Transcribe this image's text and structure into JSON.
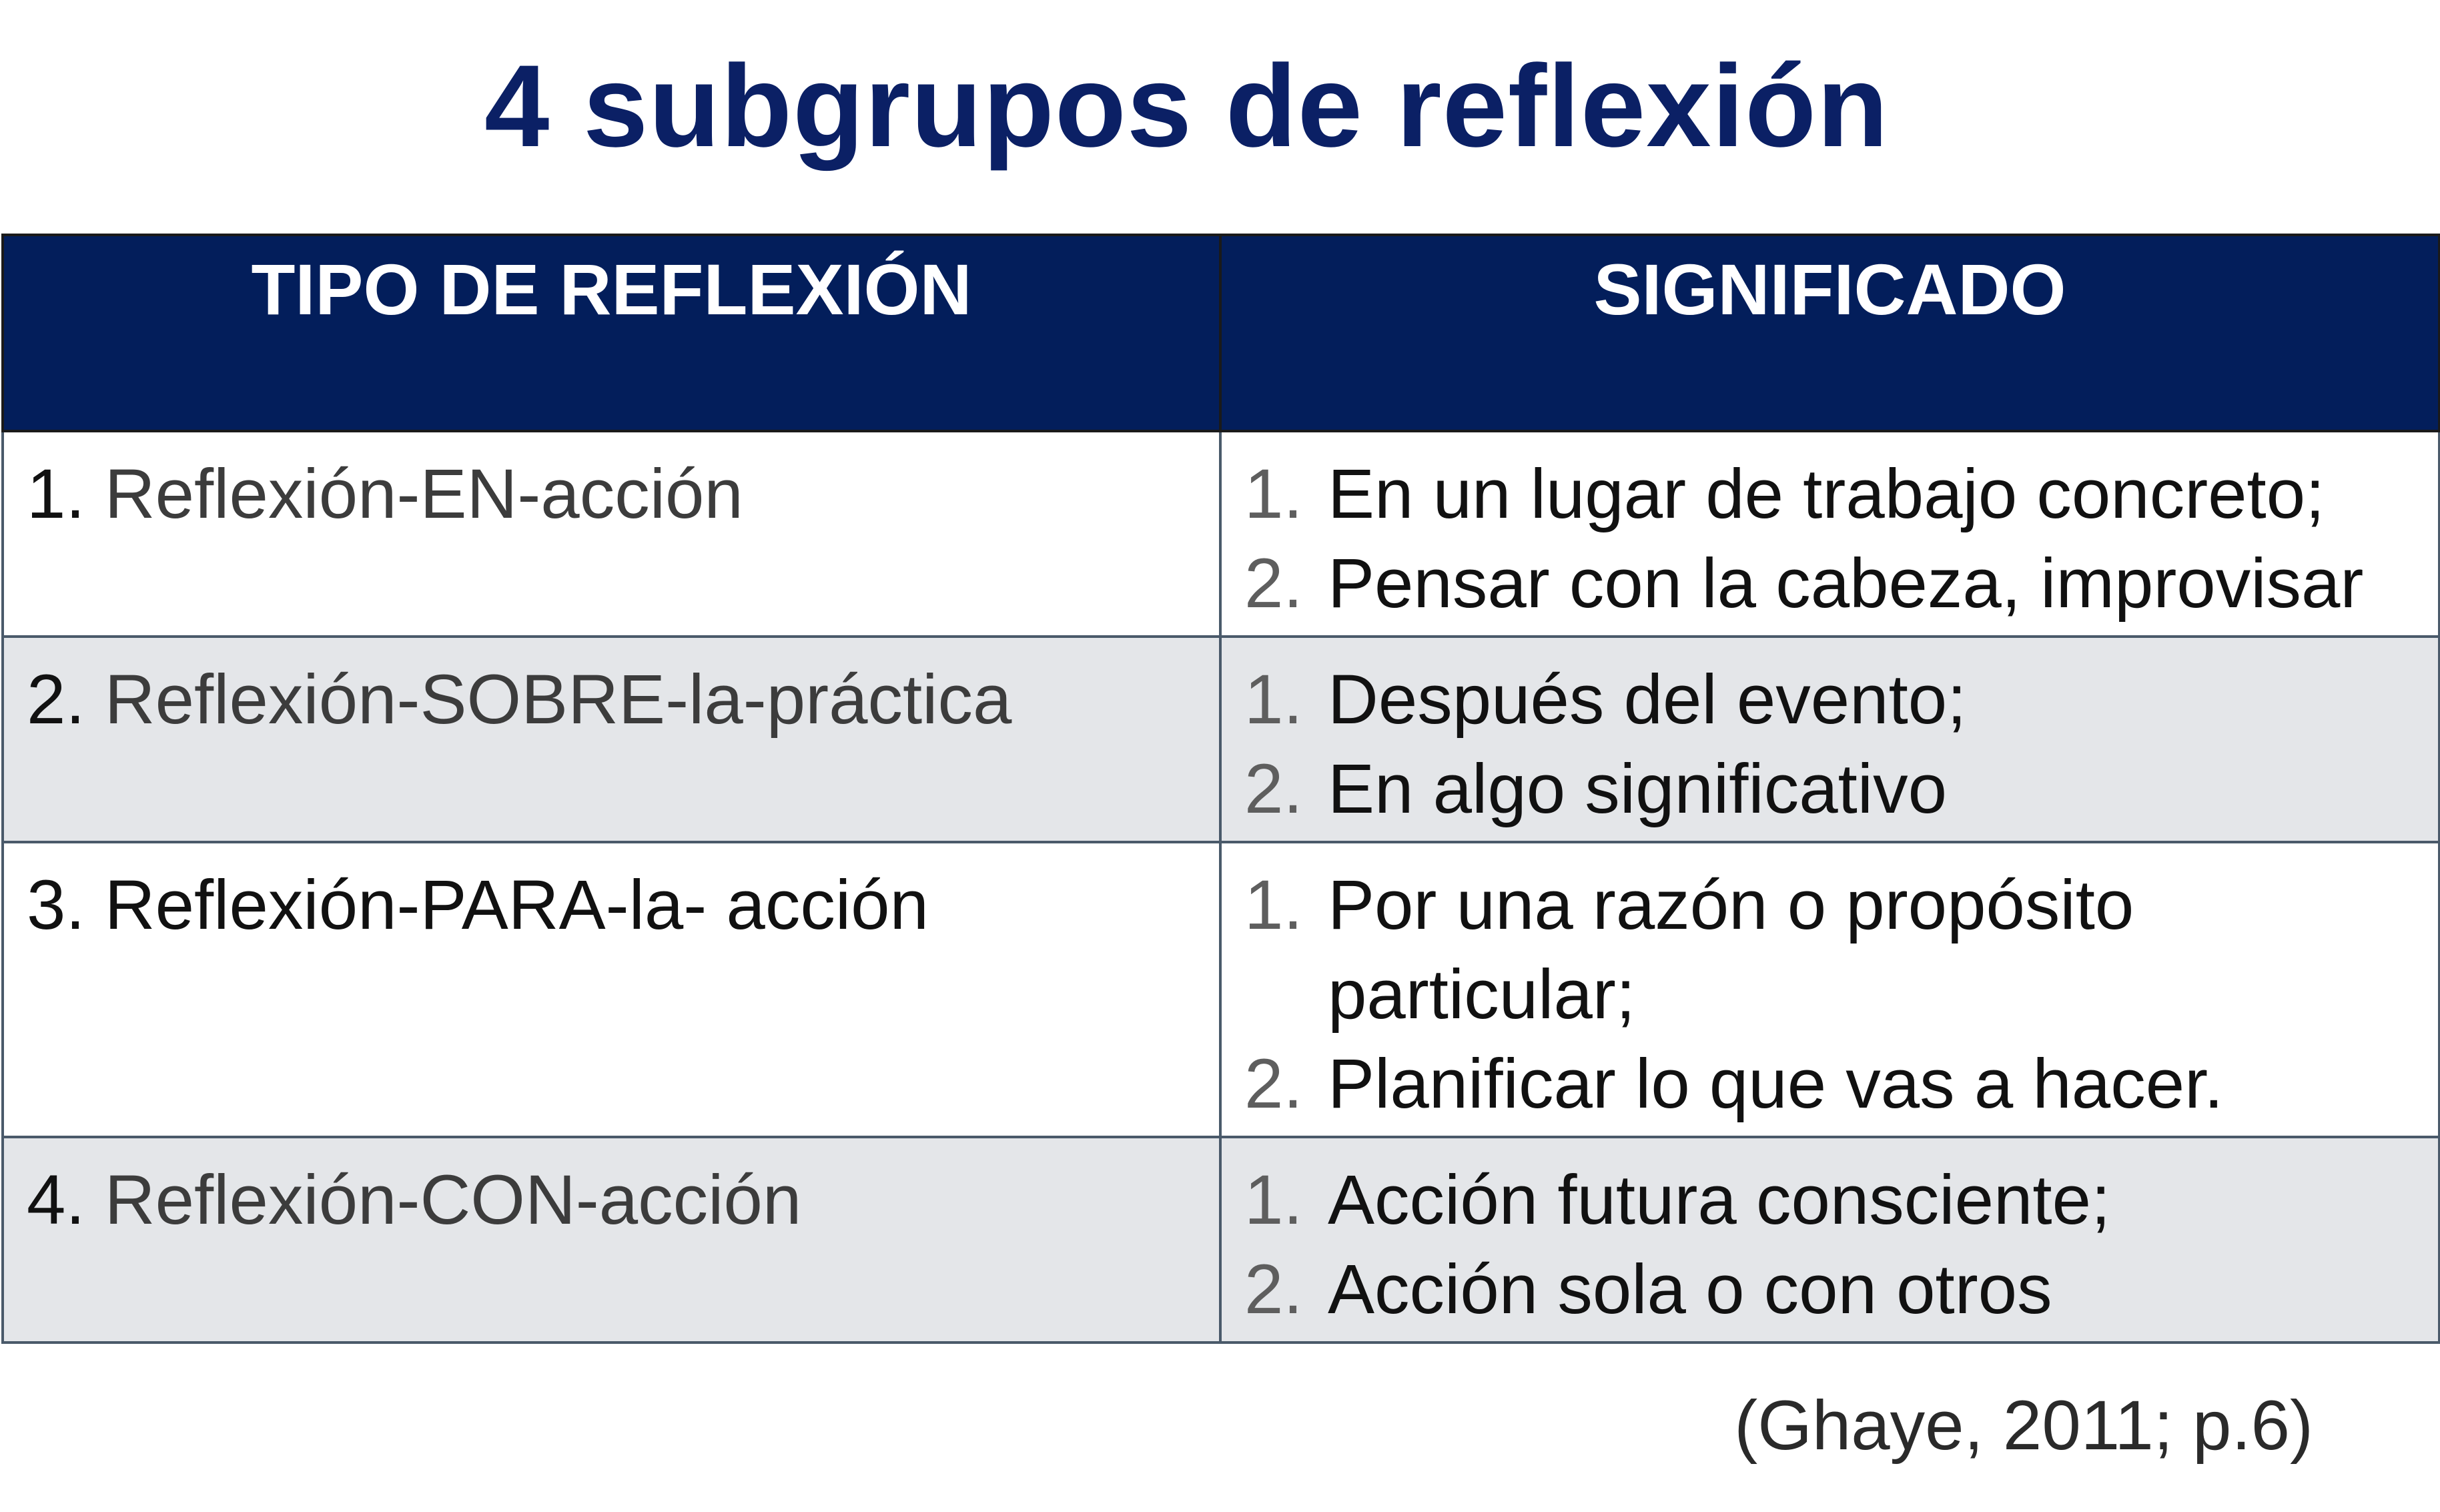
{
  "title": "4 subgrupos de reflexión",
  "table": {
    "headers": [
      "TIPO DE REFLEXIÓN",
      "SIGNIFICADO"
    ],
    "rows": [
      {
        "number": "1.",
        "type": "Reflexión-EN-acción",
        "items": [
          {
            "marker": "1.",
            "text": "En un lugar de trabajo concreto;"
          },
          {
            "marker": "2.",
            "text": "Pensar con la cabeza, improvisar"
          }
        ]
      },
      {
        "number": "2.",
        "type": "Reflexión-SOBRE-la-práctica",
        "items": [
          {
            "marker": "1.",
            "text": "Después del evento;"
          },
          {
            "marker": "2.",
            "text": "En algo significativo"
          }
        ]
      },
      {
        "number": "3.",
        "type": "Reflexión-PARA-la- acción",
        "items": [
          {
            "marker": "1.",
            "text": "Por una razón o propósito particular;"
          },
          {
            "marker": "2.",
            "text": "Planificar lo que vas a hacer."
          }
        ]
      },
      {
        "number": "4.",
        "type": "Reflexión-CON-acción",
        "items": [
          {
            "marker": "1.",
            "text": "Acción futura consciente;"
          },
          {
            "marker": "2.",
            "text": "Acción sola o con otros"
          }
        ]
      }
    ]
  },
  "citation": "(Ghaye, 2011; p.6)",
  "colors": {
    "title": "#0b2065",
    "header_bg": "#031e5b",
    "header_text": "#ffffff",
    "row_alt_bg": "#e4e6e9",
    "border": "#4a5a6a"
  }
}
